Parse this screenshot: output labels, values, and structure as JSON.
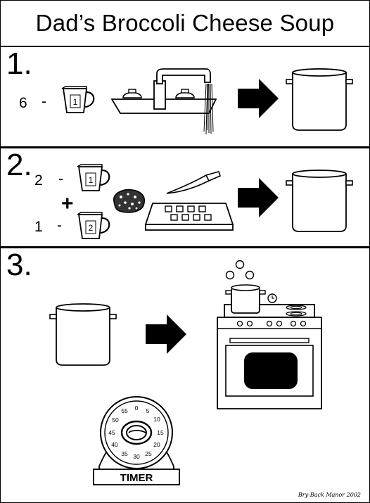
{
  "title": "Dad’s Broccoli Cheese Soup",
  "steps": [
    {
      "number": "1.",
      "quantity": "6",
      "dash": "-",
      "cup_label": "1",
      "icons": [
        "measuring-cup-icon",
        "faucet-icon",
        "arrow-right-icon",
        "pot-icon"
      ]
    },
    {
      "number": "2.",
      "quantity_a": "2",
      "dash_a": "-",
      "cup_a_label": "1",
      "plus": "+",
      "quantity_b": "1",
      "dash_b": "-",
      "cup_b_label": "2",
      "icons": [
        "measuring-cup-icon",
        "potato-icon",
        "knife-icon",
        "cutting-board-icon",
        "arrow-right-icon",
        "pot-icon"
      ]
    },
    {
      "number": "3.",
      "icons": [
        "pot-icon",
        "arrow-right-icon",
        "stove-icon",
        "timer-icon"
      ],
      "timer": {
        "label": "TIMER",
        "dial": [
          "55",
          "0",
          "5",
          "10",
          "15",
          "20",
          "25",
          "30",
          "35",
          "40",
          "45",
          "50"
        ]
      }
    }
  ],
  "credit": "Bry-Back Manor 2002",
  "colors": {
    "ink": "#000000",
    "paper": "#ffffff",
    "potato": "#333333"
  }
}
